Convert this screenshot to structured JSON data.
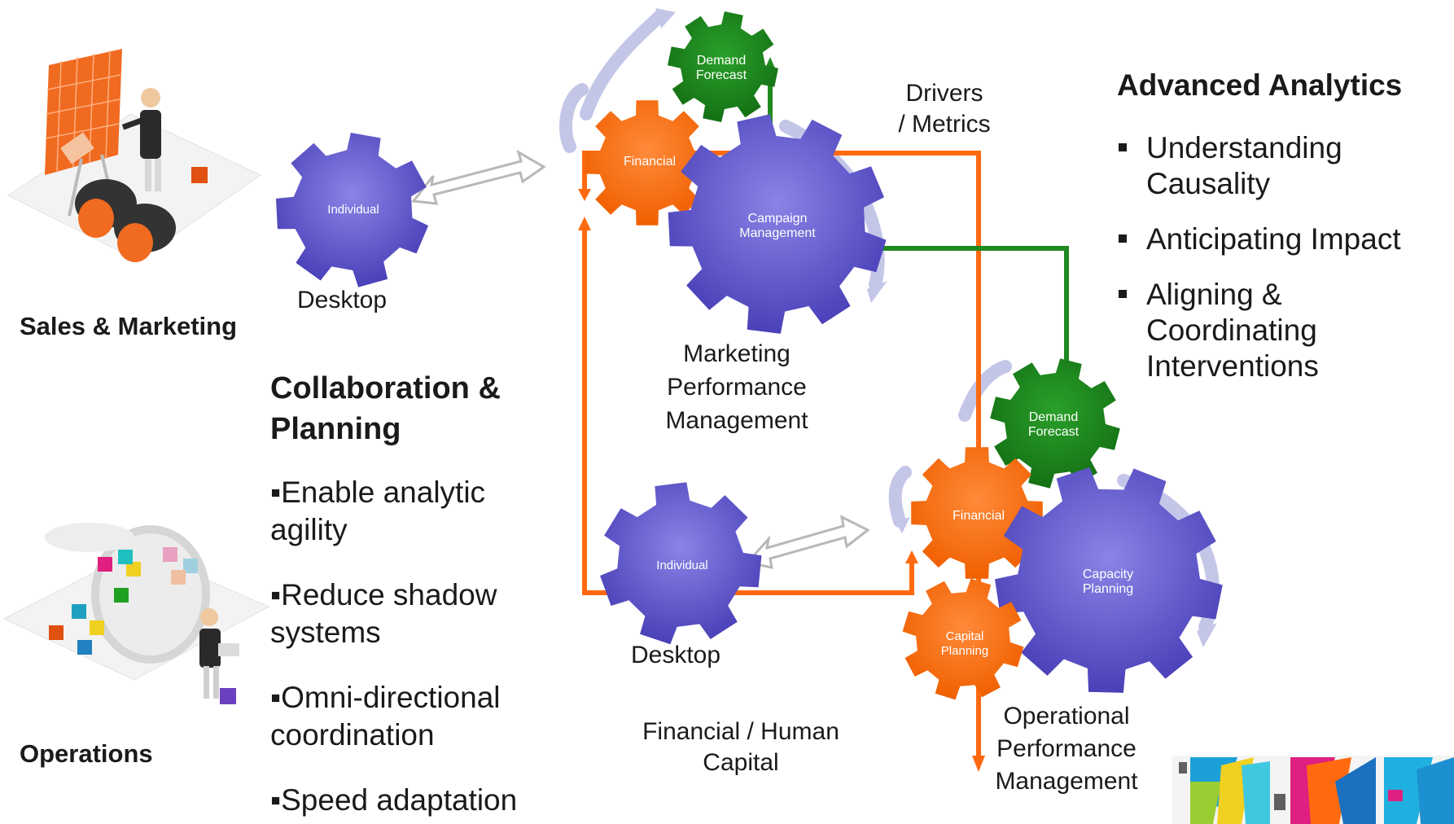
{
  "left": {
    "sales_label": "Sales & Marketing",
    "operations_label": "Operations"
  },
  "collaboration": {
    "title_line1": "Collaboration &",
    "title_line2": "Planning",
    "items": [
      {
        "line1": "▪Enable analytic",
        "line2": "agility"
      },
      {
        "line1": "▪Reduce shadow",
        "line2": "systems"
      },
      {
        "line1": "▪Omni-directional",
        "line2": "coordination"
      },
      {
        "line1": "▪Speed adaptation",
        "line2": ""
      }
    ]
  },
  "advanced": {
    "title": "Advanced Analytics",
    "items": [
      {
        "lines": [
          "Understanding",
          "Causality"
        ]
      },
      {
        "lines": [
          "Anticipating Impact"
        ]
      },
      {
        "lines": [
          "Aligning &",
          "Coordinating",
          "Interventions"
        ]
      }
    ]
  },
  "top_cluster": {
    "demand": [
      "Demand",
      "Forecast"
    ],
    "financial": "Financial",
    "campaign": [
      "Campaign",
      "Management"
    ],
    "individual": "Individual",
    "desktop": "Desktop",
    "caption": [
      "Marketing",
      "Performance",
      "Management"
    ],
    "drivers": [
      "Drivers",
      "/ Metrics"
    ]
  },
  "bottom_cluster": {
    "demand": [
      "Demand",
      "Forecast"
    ],
    "financial": "Financial",
    "capacity": [
      "Capacity",
      "Planning"
    ],
    "capital": [
      "Capital",
      "Planning"
    ],
    "individual": "Individual",
    "desktop": "Desktop",
    "caption_fin": [
      "Financial / Human",
      "Capital"
    ],
    "caption_ops": [
      "Operational",
      "Performance",
      "Management"
    ]
  },
  "colors": {
    "purple_gear": "#5b52c6",
    "orange": "#ff6a10",
    "green": "#1f8a1f",
    "arc": "#c4c6e8",
    "text": "#1a1a1a"
  },
  "icons": [
    "sales-marketing-illustration",
    "operations-illustration",
    "ibm-mosaic-logo"
  ]
}
